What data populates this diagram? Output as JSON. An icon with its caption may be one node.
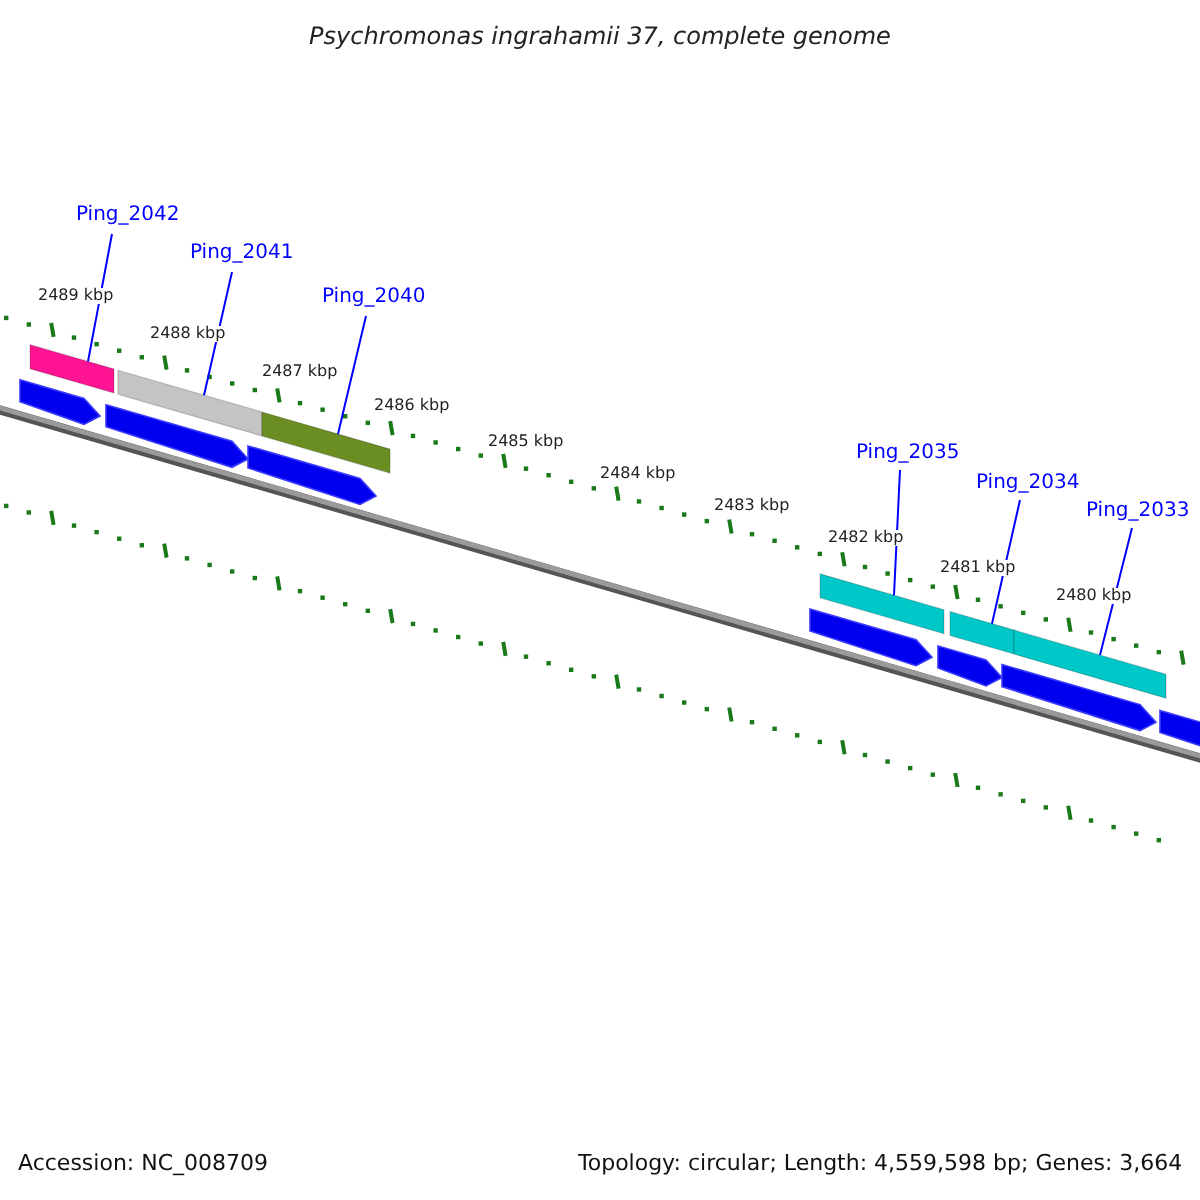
{
  "diagram": {
    "title": "Psychromonas ingrahamii 37, complete genome",
    "nodes": [
      {
        "text": [
          "Ping_2042"
        ]
      },
      {
        "text": [
          "Ping_2041"
        ]
      },
      {
        "text": [
          "Ping_2040"
        ]
      },
      {
        "text": [
          "Ping_2035"
        ]
      },
      {
        "text": [
          "Ping_2034"
        ]
      },
      {
        "text": [
          "Ping_2033"
        ]
      },
      {
        "text": [],
        "shape": "bar"
      },
      {
        "text": [],
        "shape": "bar"
      },
      {
        "text": [],
        "shape": "bar"
      },
      {
        "text": [],
        "shape": "bar"
      },
      {
        "text": [],
        "shape": "bar"
      },
      {
        "text": [],
        "shape": "bar"
      },
      {
        "text": [],
        "shape": "arrow"
      },
      {
        "text": [],
        "shape": "arrow"
      },
      {
        "text": [],
        "shape": "arrow"
      },
      {
        "text": [],
        "shape": "arrow"
      },
      {
        "text": [],
        "shape": "arrow"
      },
      {
        "text": [],
        "shape": "arrow"
      },
      {
        "text": [],
        "shape": "arrow"
      }
    ],
    "edges": [
      {
        "from": 0,
        "to": 6,
        "arrow": "none"
      },
      {
        "from": 1,
        "to": 7,
        "arrow": "none"
      },
      {
        "from": 2,
        "to": 8,
        "arrow": "none"
      },
      {
        "from": 3,
        "to": 9,
        "arrow": "none"
      },
      {
        "from": 4,
        "to": 10,
        "arrow": "none"
      },
      {
        "from": 5,
        "to": 11,
        "arrow": "none"
      }
    ],
    "labels": [
      "2489 kbp",
      "2488 kbp",
      "2487 kbp",
      "2486 kbp",
      "2485 kbp",
      "2484 kbp",
      "2483 kbp",
      "2482 kbp",
      "2481 kbp",
      "2480 kbp",
      "Accession: NC_008709",
      "Topology: circular; Length: 4,559,598 bp; Genes: 3,664"
    ]
  }
}
